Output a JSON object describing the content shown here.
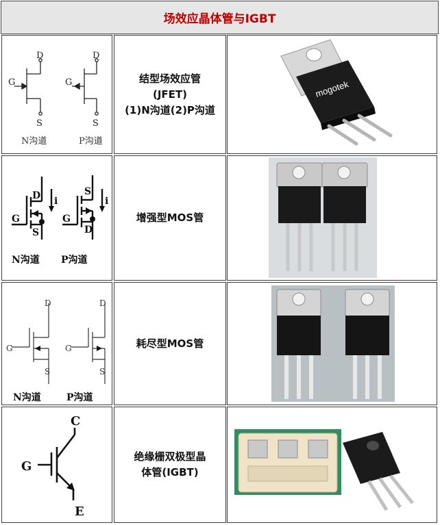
{
  "title": "场效应晶体管与IGBT",
  "colors": {
    "title_text": "#c00000",
    "title_bg": "#e6e6e6",
    "border": "#3c3c3c"
  },
  "rows": [
    {
      "name_lines": [
        "结型场效应管",
        "(JFET)",
        "(1)N沟道(2)P沟道"
      ],
      "symbol_pins": {
        "d": "D",
        "g": "G",
        "s": "S"
      },
      "symbol_labels": [
        "N沟道",
        "P沟道"
      ],
      "photo_brand": "mogotek"
    },
    {
      "name_lines": [
        "增强型MOS管"
      ],
      "symbol_pins": {
        "d": "D",
        "g": "G",
        "s": "S",
        "i": "i"
      },
      "symbol_labels": [
        "N沟道",
        "P沟道"
      ]
    },
    {
      "name_lines": [
        "耗尽型MOS管"
      ],
      "symbol_pins": {
        "d": "D",
        "g": "G",
        "s": "S"
      },
      "symbol_labels": [
        "N沟道",
        "P沟道"
      ]
    },
    {
      "name_lines": [
        "绝缘栅双极型晶",
        "体管(IGBT)"
      ],
      "symbol_pins": {
        "c": "C",
        "g": "G",
        "e": "E"
      }
    }
  ]
}
